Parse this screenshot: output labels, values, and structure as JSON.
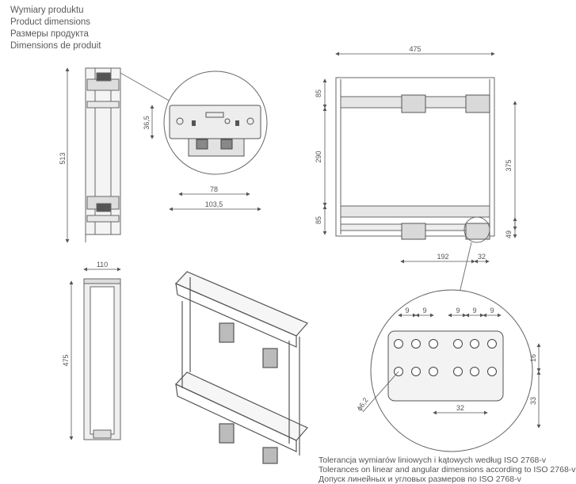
{
  "titles": [
    "Wymiary produktu",
    "Product dimensions",
    "Размеры продукта",
    "Dimensions de produit"
  ],
  "dims": {
    "side_height": "513",
    "detail_height": "36,5",
    "detail_inner_width": "78",
    "detail_outer_width": "103,5",
    "top_width": "475",
    "top_left_upper": "85",
    "top_left_middle": "290",
    "top_left_lower": "85",
    "top_right_span": "375",
    "top_right_lower": "49",
    "top_bottom_offset": "192",
    "top_bottom_small": "32",
    "front_width": "110",
    "front_height": "475",
    "holes_pitch": [
      "9",
      "9",
      "9",
      "9",
      "9"
    ],
    "holes_row_gap": "16",
    "holes_bottom": "33",
    "holes_center": "32",
    "hole_diameter": "ϕ6,2"
  },
  "tolerance": [
    "Tolerancja wymiarów liniowych i kątowych według ISO 2768-v",
    "Tolerances on linear and angular dimensions according to ISO 2768-v",
    "Допуск линейных и угловых размеров по ISO 2768-v"
  ]
}
